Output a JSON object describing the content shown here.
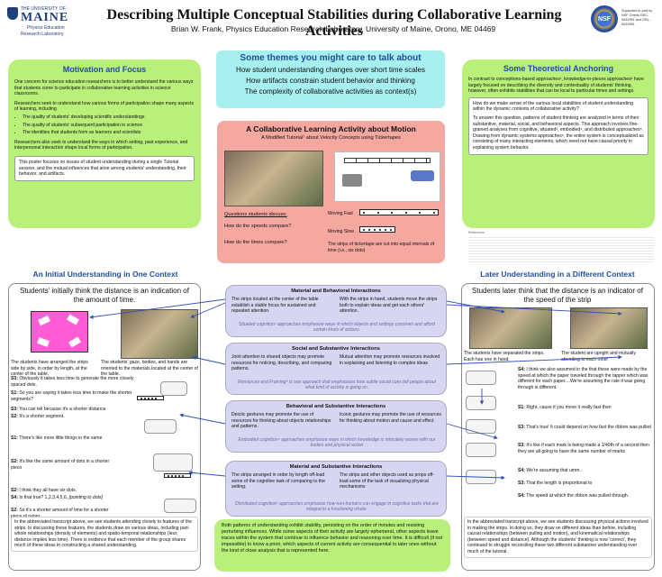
{
  "header": {
    "logo_univ": "THE UNIVERSITY OF",
    "logo_name": "MAINE",
    "logo_sub1": "Physics Education",
    "logo_sub2": "Research Laboratory",
    "title": "Describing Multiple Conceptual Stabilities during Collaborative Learning Activities",
    "author": "Brian W. Frank, Physics Education Research Laboratory, University of Maine, Orono, ME 04469",
    "nsf": "NSF",
    "support": "Supported in part by NSF Grants REC-0633951 and DRL-0633951"
  },
  "themes": {
    "title": "Some themes you might care to talk about",
    "items": [
      "How student understanding changes over short time scales",
      "How artifacts constrain student behavior and thinking",
      "The complexity of collaborative activities as context(s)"
    ]
  },
  "motivation": {
    "title": "Motivation and Focus",
    "p1": "One concern for science education researchers is to better understand the various ways that students come to participate in collaborative learning activities in science classrooms.",
    "p2": "Researchers seek to understand how various forms of participation shape many aspects of learning, including",
    "bullets": [
      "The quality of students' developing scientific understandings",
      "The quality of students' subsequent participation in science",
      "The identities that students form as learners and scientists"
    ],
    "p3": "Researchers also seek to understand the ways in which setting, past experience, and interpersonal interaction shape local forms of participation.",
    "poster": "This poster focuses on issues of student understanding during a single Tutorial session, and the mutual influences that arise among students' understanding, their behavior, and artifacts."
  },
  "theory": {
    "title": "Some Theoretical Anchoring",
    "p1": "In contrast to conceptions-based approaches¹, knowledge-in-pieces approaches² have largely focused on describing the diversity and contextuality of students' thinking, however, often exhibits stabilities that can be local to particular times and settings.",
    "question": "How do we make sense of the various local stabilities of student understanding within the dynamic contexts of collaborative activity?",
    "p2": "To answer this question, patterns of student thinking are analyzed in terms of their substantive, material, social, and behavioral aspects. This approach involves fine-grained analyses from cognitive, situated³, embodied⁴, and distributed approaches⁵. Drawing from dynamic systems approaches⁶, the entire system is conceptualized as consisting of many interacting elements, which need not have causal priority in explaining system behavior.",
    "refs_label": "References"
  },
  "activity": {
    "title": "A Collaborative Learning Activity about Motion",
    "subtitle": "A Modified Tutorial⁷ about Velocity Concepts using Tickertapes",
    "questions_label": "Questions students discuss:",
    "q1": "How do the speeds compare?",
    "q2": "How do the times compare?",
    "fast": "Moving Fast",
    "slow": "Moving Slow",
    "caption": "The strips of tickertape are cut into equal intervals of time (i.e., six dots)"
  },
  "left": {
    "heading": "An Initial Understanding in One Context",
    "claim": "Students' initially think the distance is an indication of the amount of time.",
    "cap1": "The students have arranged the strips side by side, in order by length, at the center of the table.",
    "cap2": "The students' gaze, bodies, and hands are oriented to the materials located at the center of the table.",
    "lines": [
      {
        "sp": "S3:",
        "tx": "Obviously it takes less time to generate the more closely spaced dots."
      },
      {
        "sp": "S1:",
        "tx": "So you are saying it takes less time to make the shorter segments?"
      },
      {
        "sp": "S3:",
        "tx": "You can tell because it's a shorter distance"
      },
      {
        "sp": "S2:",
        "tx": "It's a shorter segment."
      },
      {
        "sp": "S1:",
        "tx": "There's like more little things in the same"
      },
      {
        "sp": "S2:",
        "tx": "It's like the same amount of dots in a shorter piece"
      },
      {
        "sp": "S2:",
        "tx": "I think they all have six dots."
      },
      {
        "sp": "S4:",
        "tx": "Is that true? 1,2,3,4,5,6,",
        "cue": "[pointing to dots]"
      },
      {
        "sp": "S2:",
        "tx": "So it's a shorter amount of time for a shorter piece of paper"
      }
    ],
    "summary": "In the abbreviated transcript above, we see students attending closely to features of the strips. In discussing these features, the students draw on various ideas, including part-whole relationships (density of elements) and spatio-temporal relationships (less distance implies less time). There is evidence that each member of the group shares much of these ideas in constructing a shared understanding."
  },
  "right": {
    "heading": "Later Understanding in a Different Context",
    "claim": "Students later think that the distance is an indicator of the speed of the strip",
    "cap1": "The students have separated the strips. Each has one in hand.",
    "cap2": "The student are upright and mutually attending to each other",
    "lines": [
      {
        "sp": "S4:",
        "tx": "I think we also assumed in the that these were made by the speed at which the paper traveled through the tapper which was different for each paper....We're assuming the rate it was going through is different."
      },
      {
        "sp": "S1:",
        "tx": "Right, cause if you move it really fast then"
      },
      {
        "sp": "S3:",
        "tx": "That's true! It could depend on how fast the ribbon was pulled"
      },
      {
        "sp": "S3:",
        "tx": "It's like if each mark is being made a 1/40th of a second then they are all going to have the same number of marks"
      },
      {
        "sp": "S4:",
        "tx": "We're assuming that umm.."
      },
      {
        "sp": "S3:",
        "tx": "That the length is proportional to"
      },
      {
        "sp": "S4:",
        "tx": "The speed at which the ribbon was pulled through."
      }
    ],
    "summary": "In the abbreviated transcript above, we see students discussing physical actions involved in making the strips. In doing so, they draw on different ideas than before, including causal relationships (between pulling and motion), and kinematical relationships (between speed and distance). Although the students' thinking is now 'correct', they continued to struggle reconciling these two different substantive understanding over much of the tutorial."
  },
  "middle": [
    {
      "title": "Material and Behavioral Interactions",
      "a": "The strips located at the center of the table establish a stable focus for sustained and repeated attention.",
      "b": "With the strips in hand, students move the strips both to explain ideas and get each others' attention.",
      "note": "Situated cognition³ approaches emphasize ways in which objects and settings constrain and afford certain kinds of actions."
    },
    {
      "title": "Social and Substantive Interactions",
      "a": "Joint attention to shared objects may promote resources for noticing, describing, and comparing patterns.",
      "b": "Mutual attention may promote resources involved in explaining and listening to complex ideas",
      "note": "Resources and Framing⁸ is one approach that emphasizes how subtle social cues tell people about what kind of activity is going on."
    },
    {
      "title": "Behavioral and Substantive Interactions",
      "a": "Deictic gestures may promote the use of resources for thinking about objects relationships and patterns.",
      "b": "Iconic gestures may promote the use of resources for thinking about motion and cause and effect.",
      "note": "Embodied cognition⁴ approaches emphasize ways in which knowledge is intricately woven with our bodies and physical action"
    },
    {
      "title": "Material and Substantive Interactions",
      "a": "The strips arranged in order by length off-load some of the cognitive task of comparing to the setting.",
      "b": "The strips and other objects used as props off-load some of the task of visualizing physical mechanisms",
      "note": "Distributed cognition⁵ approaches emphasize how non-humans can engage in cognitive tasks that are integral to a functioning whole."
    }
  ],
  "conclusion": "Both patterns of understanding exhibit stability, persisting on the order of minutes and resisting perturbing influences. While some aspects of their activity are largely ephemeral, other aspects leave traces within the system that continue to influence behavior and reasoning over time. It is difficult (if not impossible) to know a priori, which aspects of current activity are consequential to later ones without the kind of close analysis that is represented here.",
  "colors": {
    "green": "#b8f07a",
    "blue": "#1f4e9c",
    "pink": "#f4a8a0",
    "lavender": "#d6d6f2",
    "cyan": "#a8f0f0",
    "magenta": "#ff5cd6"
  }
}
